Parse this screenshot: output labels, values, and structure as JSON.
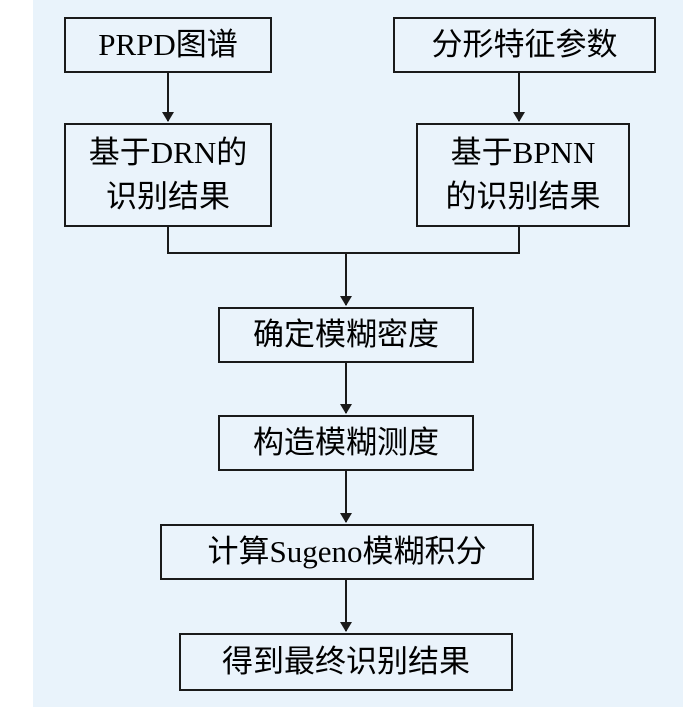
{
  "nodes": {
    "prpd": "PRPD图谱",
    "fractal": "分形特征参数",
    "drn_result": "基于DRN的\n识别结果",
    "bpnn_result": "基于BPNN\n的识别结果",
    "fuzzy_density": "确定模糊密度",
    "fuzzy_measure": "构造模糊测度",
    "sugeno": "计算Sugeno模糊积分",
    "final": "得到最终识别结果"
  },
  "colors": {
    "stroke": "#1a1a1a",
    "box_fill": "#eaf3fb",
    "background": "#e9f3fb"
  }
}
